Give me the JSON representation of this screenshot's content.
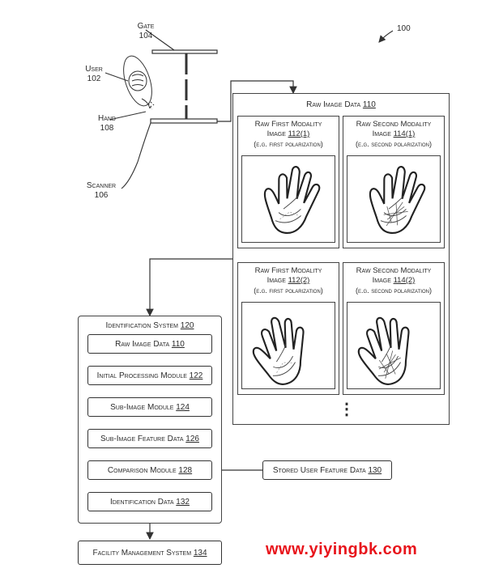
{
  "ref_100": "100",
  "gate": {
    "label": "Gate",
    "num": "104"
  },
  "user": {
    "label": "User",
    "num": "102"
  },
  "hand": {
    "label": "Hand",
    "num": "108"
  },
  "scanner": {
    "label": "Scanner",
    "num": "106"
  },
  "raw_image_panel": {
    "title": "Raw Image Data",
    "num": "110"
  },
  "cells": [
    {
      "line1": "Raw First Modality",
      "line2_pre": "Image ",
      "line2_num": "112(1)",
      "line3": "(e.g. first polarization)"
    },
    {
      "line1": "Raw Second Modality",
      "line2_pre": "Image ",
      "line2_num": "114(1)",
      "line3": "(e.g. second polarization)"
    },
    {
      "line1": "Raw First Modality",
      "line2_pre": "Image ",
      "line2_num": "112(2)",
      "line3": "(e.g. first polarization)"
    },
    {
      "line1": "Raw Second Modality",
      "line2_pre": "Image ",
      "line2_num": "114(2)",
      "line3": "(e.g. second polarization)"
    }
  ],
  "ellipsis": "⋮",
  "identification_system": {
    "title": "Identification System",
    "num": "120"
  },
  "modules": [
    {
      "label": "Raw Image Data",
      "num": "110"
    },
    {
      "label": "Initial Processing Module",
      "num": "122"
    },
    {
      "label": "Sub-Image Module",
      "num": "124"
    },
    {
      "label": "Sub-Image Feature Data",
      "num": "126"
    },
    {
      "label": "Comparison Module",
      "num": "128"
    },
    {
      "label": "Identification Data",
      "num": "132"
    }
  ],
  "stored_user_feature": {
    "label": "Stored User Feature Data",
    "num": "130"
  },
  "facility_management": {
    "label": "Facility Management System",
    "num": "134"
  },
  "watermark": "www.yiyingbk.com"
}
